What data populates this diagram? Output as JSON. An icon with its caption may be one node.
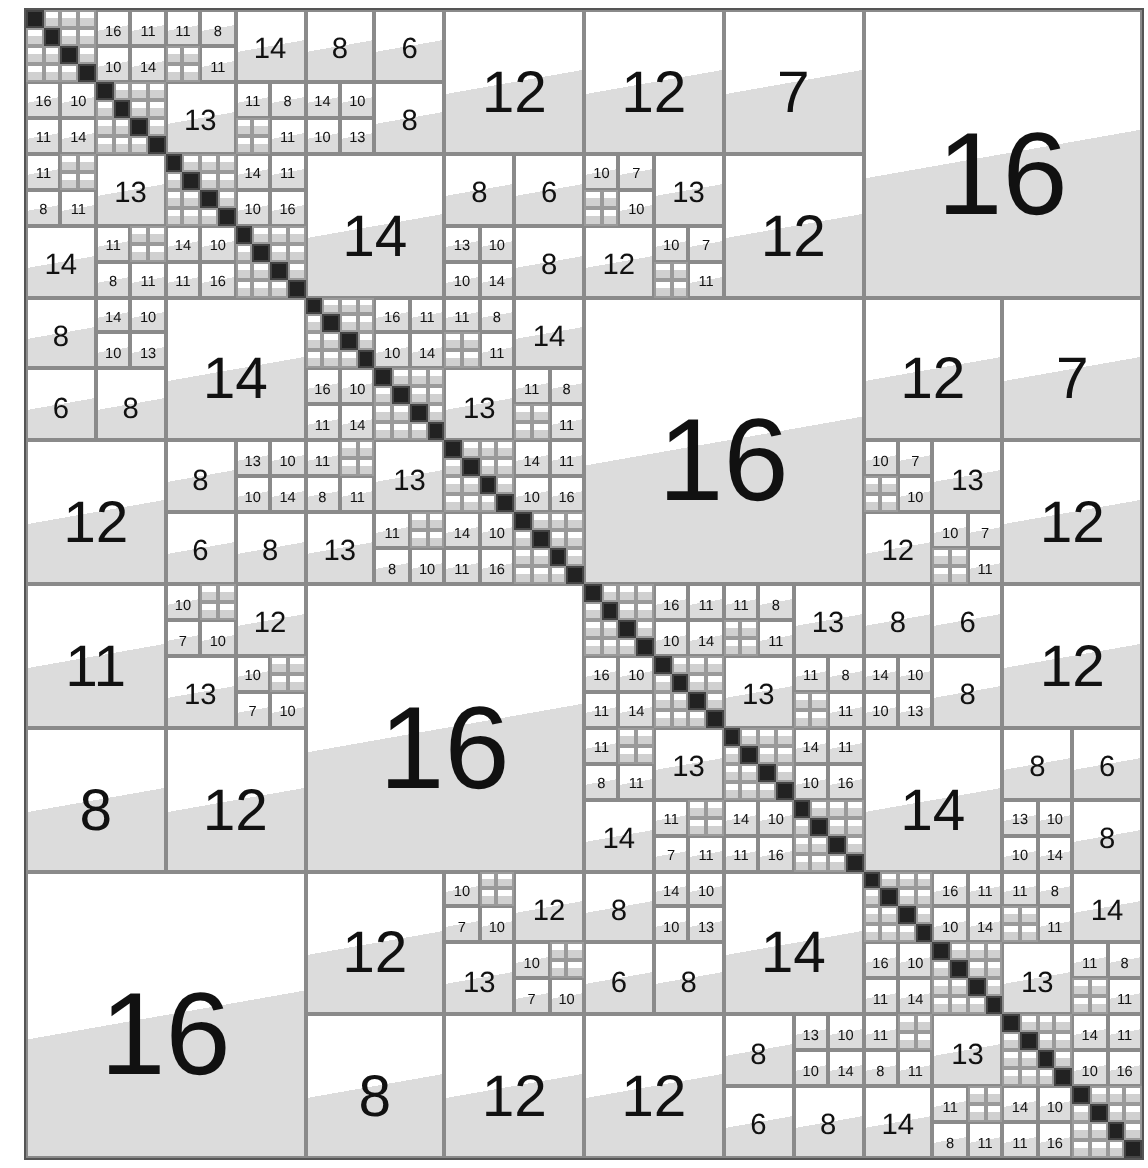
{
  "diagram": {
    "labels": [
      "16",
      "11",
      "10",
      "14",
      "16",
      "10",
      "11",
      "14",
      "11",
      "8",
      "11",
      "14",
      "13",
      "11",
      "8",
      "11",
      "11",
      "8",
      "11",
      "13",
      "14",
      "11",
      "8",
      "11",
      "14",
      "11",
      "10",
      "16",
      "14",
      "10",
      "11",
      "16",
      "8",
      "6",
      "14",
      "10",
      "10",
      "13",
      "8",
      "12",
      "14",
      "8",
      "6",
      "13",
      "10",
      "10",
      "14",
      "8",
      "8",
      "14",
      "10",
      "10",
      "13",
      "6",
      "8",
      "14",
      "12",
      "8",
      "13",
      "10",
      "10",
      "14",
      "6",
      "8",
      "16",
      "11",
      "10",
      "14",
      "16",
      "10",
      "11",
      "14",
      "11",
      "8",
      "11",
      "14",
      "13",
      "11",
      "8",
      "11",
      "11",
      "8",
      "11",
      "13",
      "13",
      "11",
      "8",
      "10",
      "14",
      "11",
      "10",
      "16",
      "14",
      "10",
      "11",
      "16",
      "12",
      "7",
      "10",
      "7",
      "10",
      "13",
      "12",
      "10",
      "7",
      "11",
      "12",
      "16",
      "16",
      "12",
      "7",
      "10",
      "7",
      "10",
      "13",
      "12",
      "10",
      "7",
      "11",
      "12",
      "11",
      "10",
      "7",
      "10",
      "12",
      "13",
      "10",
      "7",
      "10",
      "8",
      "12",
      "16",
      "16",
      "12",
      "10",
      "7",
      "10",
      "12",
      "13",
      "10",
      "7",
      "10",
      "8",
      "12",
      "16",
      "11",
      "10",
      "14",
      "16",
      "10",
      "11",
      "14",
      "11",
      "8",
      "11",
      "13",
      "13",
      "11",
      "8",
      "11",
      "11",
      "8",
      "11",
      "13",
      "14",
      "11",
      "7",
      "11",
      "14",
      "11",
      "10",
      "16",
      "14",
      "10",
      "11",
      "16",
      "8",
      "6",
      "14",
      "10",
      "10",
      "13",
      "8",
      "12",
      "14",
      "8",
      "6",
      "13",
      "10",
      "10",
      "14",
      "8",
      "8",
      "14",
      "10",
      "10",
      "13",
      "6",
      "8",
      "14",
      "12",
      "8",
      "13",
      "10",
      "10",
      "14",
      "6",
      "8",
      "16",
      "11",
      "10",
      "14",
      "16",
      "10",
      "11",
      "14",
      "11",
      "8",
      "11",
      "14",
      "13",
      "11",
      "8",
      "11",
      "11",
      "8",
      "11",
      "13",
      "14",
      "11",
      "8",
      "11",
      "14",
      "11",
      "10",
      "16",
      "14",
      "10",
      "11",
      "16"
    ]
  }
}
